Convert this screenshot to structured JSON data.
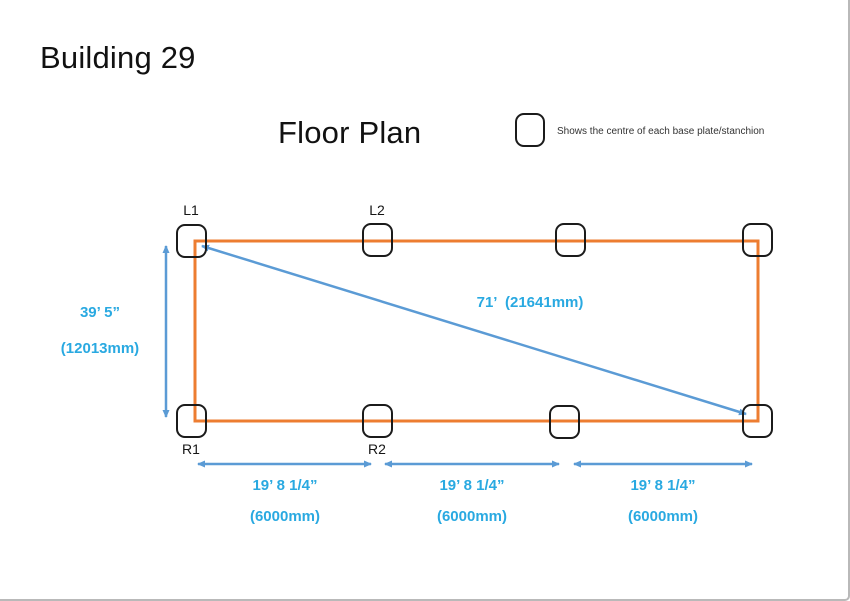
{
  "page": {
    "title": "Building 29",
    "subtitle": "Floor Plan"
  },
  "legend": {
    "label": "Shows the centre of each base plate/stanchion"
  },
  "colors": {
    "outline": "#ED7D31",
    "arrows": "#5B9BD5",
    "dimension_text": "#29A9E1",
    "marker_border": "#1b1b1b"
  },
  "stanchions": {
    "top": [
      {
        "label": "L1"
      },
      {
        "label": "L2"
      },
      {
        "label": ""
      },
      {
        "label": ""
      }
    ],
    "bottom": [
      {
        "label": "R1"
      },
      {
        "label": "R2"
      },
      {
        "label": ""
      },
      {
        "label": ""
      }
    ]
  },
  "dimensions": {
    "height": {
      "feet": "39’ 5”",
      "mm": "(12013mm)"
    },
    "diagonal": {
      "label": "71’  (21641mm)"
    },
    "bays": [
      {
        "feet": "19’ 8 1/4”",
        "mm": "(6000mm)"
      },
      {
        "feet": "19’ 8 1/4”",
        "mm": "(6000mm)"
      },
      {
        "feet": "19’ 8 1/4”",
        "mm": "(6000mm)"
      }
    ]
  }
}
